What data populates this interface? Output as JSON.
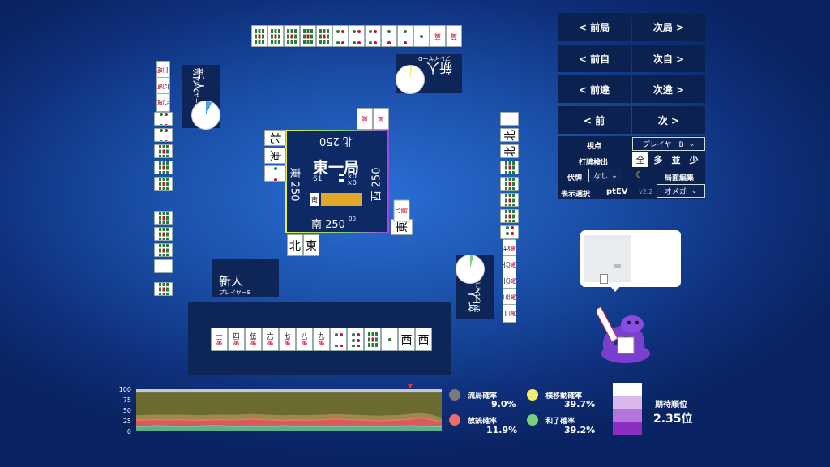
{
  "nav": {
    "prev_round": "< 前局",
    "next_round": "次局 >",
    "prev_self": "< 前自",
    "next_self": "次自 >",
    "prev_miss": "< 前違",
    "next_miss": "次違 >",
    "prev": "< 前",
    "next": "次 >"
  },
  "settings": {
    "viewpoint_label": "視点",
    "viewpoint_value": "プレイヤーB",
    "discard_detect_label": "打牌検出",
    "detect_options": [
      "全",
      "多",
      "並",
      "少"
    ],
    "hide_label": "伏牌",
    "hide_value": "なし",
    "moon_icon": "moon-icon",
    "edit_label": "局面編集",
    "display_label": "表示選択",
    "display_value": "ptEV",
    "version": "v2.2",
    "mode_value": "オメガ"
  },
  "center": {
    "round": "東一局",
    "east": "東 250",
    "west": "西 250",
    "south": "南 250",
    "north": "北 250",
    "sub": "00",
    "honba": "61",
    "sticks": [
      "×0",
      "×0"
    ],
    "seat": "南"
  },
  "players": {
    "top": {
      "name": "新人",
      "sub": "プレイヤーD"
    },
    "left": {
      "name": "新人",
      "sub": "プレイヤーA"
    },
    "right": {
      "name": "新人",
      "sub": "プレイヤーC"
    },
    "bottom": {
      "name": "新人",
      "sub": "プレイヤーB"
    }
  },
  "hand": {
    "tiles": [
      {
        "n": "一",
        "k": "萬"
      },
      {
        "n": "四",
        "k": "萬"
      },
      {
        "n": "伍",
        "k": "萬"
      },
      {
        "n": "六",
        "k": "萬"
      },
      {
        "n": "七",
        "k": "萬"
      },
      {
        "n": "八",
        "k": "萬"
      },
      {
        "n": "九",
        "k": "萬"
      }
    ],
    "winds": [
      "西",
      "西"
    ]
  },
  "discards": {
    "bottom_winds": [
      "北",
      "東"
    ],
    "right_winds": [
      "東"
    ],
    "left_winds": [
      "北",
      "東"
    ],
    "right_side_top": "北",
    "right_side_second": "北"
  },
  "stats": {
    "ryukyoku_label": "流局確率",
    "ryukyoku_value": "9.0%",
    "yokoido_label": "横移動確率",
    "yokoido_value": "39.7%",
    "houjuu_label": "放銃確率",
    "houjuu_value": "11.9%",
    "hora_label": "和了確率",
    "hora_value": "39.2%",
    "rank_label": "期待順位",
    "rank_value": "2.35位",
    "colors": {
      "ryukyoku": "#7a7a7a",
      "yokoido": "#f2ee6b",
      "houjuu": "#f26b6b",
      "hora": "#7ccf7c"
    }
  },
  "chart_data": {
    "type": "area",
    "ylim": [
      0,
      100
    ],
    "yticks": [
      "100",
      "75",
      "50",
      "25",
      "0"
    ],
    "x": [
      0,
      1,
      2,
      3,
      4,
      5,
      6,
      7,
      8,
      9,
      10,
      11,
      12,
      13,
      14,
      15,
      16,
      17,
      18,
      19,
      20,
      21,
      22,
      23,
      24,
      25,
      26,
      27,
      28,
      29
    ],
    "series": [
      {
        "values": [
          12,
          12,
          13,
          12,
          12,
          12,
          12,
          13,
          13,
          12,
          12,
          12,
          12,
          12,
          13,
          12,
          12,
          12,
          12,
          12,
          12,
          12,
          12,
          12,
          12,
          12,
          13,
          12,
          12,
          11
        ]
      },
      {
        "values": [
          26,
          27,
          28,
          27,
          28,
          27,
          26,
          27,
          28,
          27,
          28,
          29,
          28,
          27,
          26,
          27,
          26,
          27,
          28,
          29,
          28,
          27,
          26,
          25,
          26,
          27,
          29,
          32,
          28,
          21
        ]
      },
      {
        "values": [
          38,
          39,
          40,
          39,
          40,
          39,
          38,
          39,
          40,
          39,
          40,
          41,
          40,
          39,
          38,
          39,
          38,
          39,
          40,
          41,
          40,
          39,
          38,
          37,
          38,
          39,
          41,
          44,
          40,
          32
        ]
      },
      {
        "values": [
          92,
          92,
          92,
          92,
          92,
          92,
          92,
          92,
          92,
          92,
          92,
          92,
          92,
          92,
          92,
          92,
          92,
          92,
          92,
          92,
          92,
          92,
          92,
          92,
          92,
          92,
          92,
          92,
          92,
          92
        ]
      }
    ],
    "marker": 26
  }
}
